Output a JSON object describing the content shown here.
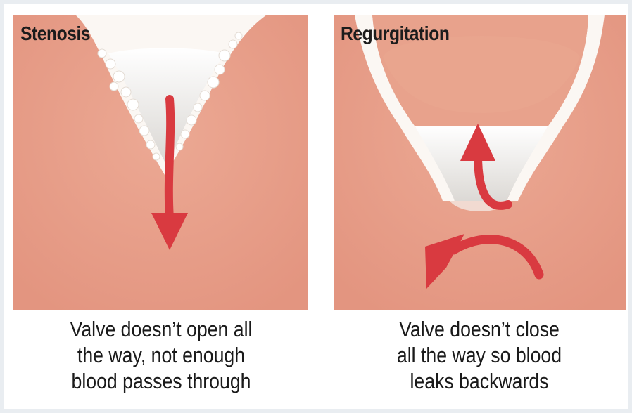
{
  "panels": [
    {
      "title": "Stenosis",
      "caption_lines": [
        "Valve doesn’t open all",
        "the way, not enough",
        "blood passes through"
      ]
    },
    {
      "title": "Regurgitation",
      "caption_lines": [
        "Valve doesn’t close",
        "all the way so blood",
        "leaks backwards"
      ]
    }
  ],
  "colors": {
    "tissue": "#e9a08a",
    "valve_wall": "#fbf7f3",
    "valve_inner": "#e6e3df",
    "calcium": "#ffffff",
    "arrow": "#d93a40",
    "text": "#1a1a1a"
  }
}
